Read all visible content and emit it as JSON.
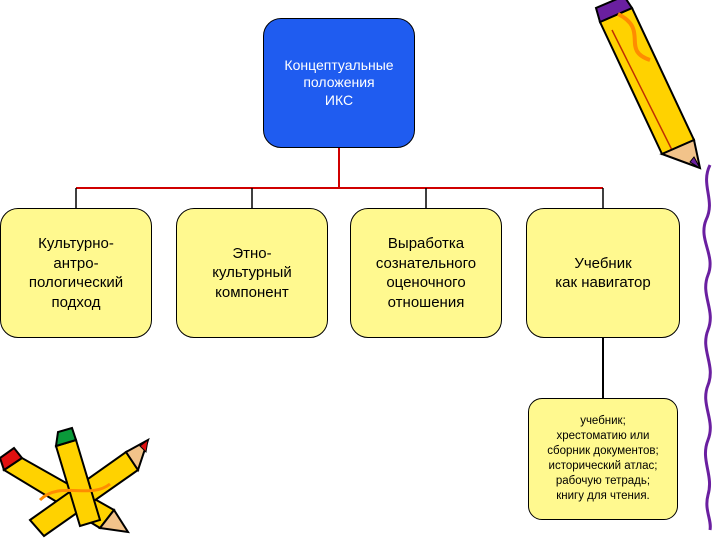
{
  "colors": {
    "root_fill": "#1f5cf0",
    "node_fill": "#fff98f",
    "connector_red": "#d00000",
    "connector_black": "#000000",
    "pencil_yellow": "#ffd200",
    "pencil_purple": "#6a1fa0"
  },
  "icons": [
    "pencil-icon",
    "pencils-icon"
  ],
  "diagram": {
    "root": {
      "label": "Концептуальные\nположения\nИКС"
    },
    "children": [
      {
        "label": "Культурно-\nантро-\nпологический\nподход"
      },
      {
        "label": "Этно-\nкультурный\nкомпонент"
      },
      {
        "label": "Выработка\nсознательного\nоценочного\nотношения"
      },
      {
        "label": "Учебник\nкак навигатор"
      }
    ],
    "leaf": {
      "label": "учебник;\nхрестоматию или\nсборник документов;\nисторический атлас;\nрабочую тетрадь;\nкнигу для чтения."
    }
  }
}
